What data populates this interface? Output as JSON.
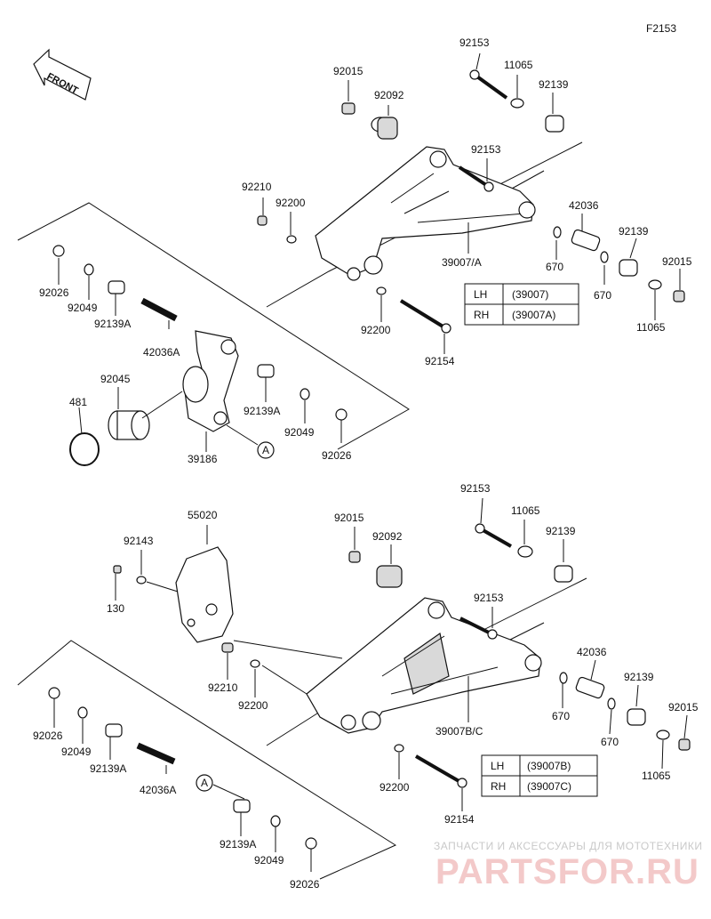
{
  "figure_id": "F2153",
  "front_label": "FRONT",
  "upper_assembly": {
    "labels": {
      "92015_top": "92015",
      "92092": "92092",
      "92153_top": "92153",
      "11065_top": "11065",
      "92139_top": "92139",
      "92153_mid": "92153",
      "92210": "92210",
      "92200_a": "92200",
      "42036": "42036",
      "92139_right": "92139",
      "92015_right": "92015",
      "39007": "39007/A",
      "670_a": "670",
      "670_b": "670",
      "11065_right": "11065",
      "92026_left": "92026",
      "92049_left": "92049",
      "92139A_left": "92139A",
      "42036A": "42036A",
      "92200_b": "92200",
      "92154": "92154",
      "92045": "92045",
      "481": "481",
      "92139A_right": "92139A",
      "92049_right": "92049",
      "92026_right": "92026",
      "39186": "39186",
      "ref_a": "A"
    },
    "table": [
      {
        "side": "LH",
        "part": "(39007)"
      },
      {
        "side": "RH",
        "part": "(39007A)"
      }
    ]
  },
  "lower_assembly": {
    "labels": {
      "55020": "55020",
      "92143": "92143",
      "130": "130",
      "92015_top": "92015",
      "92092": "92092",
      "92153_top": "92153",
      "11065_top": "11065",
      "92139_top": "92139",
      "92153_mid": "92153",
      "42036": "42036",
      "92139_right": "92139",
      "92015_right": "92015",
      "92210": "92210",
      "92200_a": "92200",
      "670_a": "670",
      "670_b": "670",
      "39007BC": "39007B/C",
      "11065_right": "11065",
      "92026_left": "92026",
      "92049_left": "92049",
      "92139A_left": "92139A",
      "42036A": "42036A",
      "ref_a": "A",
      "92200_b": "92200",
      "92154": "92154",
      "92139A_bottom": "92139A",
      "92049_bottom": "92049",
      "92026_bottom": "92026"
    },
    "table": [
      {
        "side": "LH",
        "part": "(39007B)"
      },
      {
        "side": "RH",
        "part": "(39007C)"
      }
    ]
  },
  "watermark": {
    "line1": "ЗАПЧАСТИ И АКСЕССУАРЫ ДЛЯ МОТОТЕХНИКИ",
    "line2": "PARTSFOR.RU"
  }
}
